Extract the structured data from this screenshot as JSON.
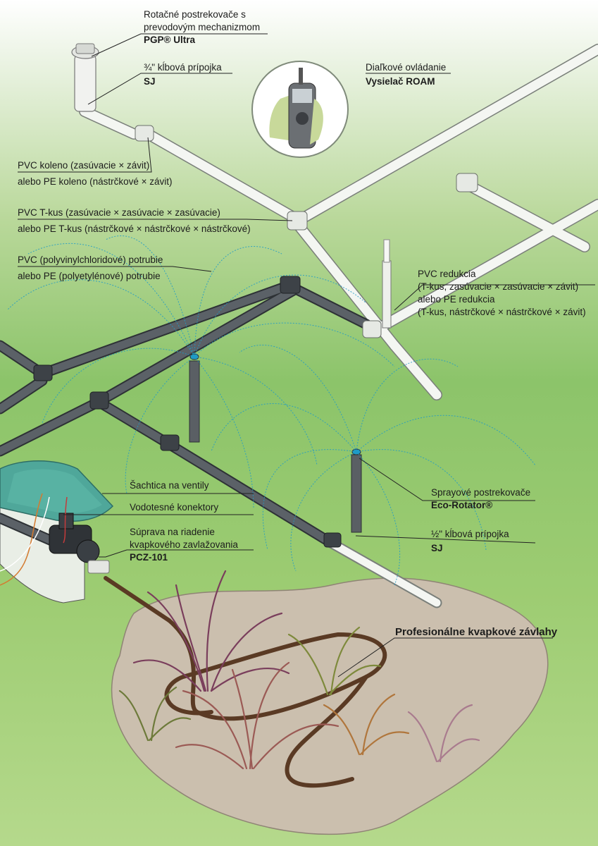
{
  "labels": {
    "pgp": {
      "line1": "Rotačné postrekovače s",
      "line2": "prevodovým mechanizmom",
      "product": "PGP® Ultra"
    },
    "sj34": {
      "line1": "¾\" kĺbová prípojka",
      "product": "SJ"
    },
    "roam": {
      "line1": "Diaľkové ovládanie",
      "product": "Vysielač ROAM"
    },
    "elbow": {
      "line1": "PVC koleno (zasúvacie × závit)",
      "line2": "alebo PE koleno (nástrčkové × závit)"
    },
    "tee": {
      "line1": "PVC T-kus (zasúvacie × zasúvacie × zasúvacie)",
      "line2": "alebo PE T-kus (nástrčkové × nástrčkové × nástrčkové)"
    },
    "pipe": {
      "line1": "PVC (polyvinylchloridové) potrubie",
      "line2": "alebo PE (polyetylénové) potrubie"
    },
    "reducer": {
      "line1": "PVC redukcia",
      "line2": "(T-kus, zasúvacie × zasúvacie × závit)",
      "line3": "alebo PE redukcia",
      "line4": "(T-kus, nástrčkové × nástrčkové × závit)"
    },
    "valvebox": {
      "line1": "Šachtica na ventily"
    },
    "connectors": {
      "line1": "Vodotesné konektory"
    },
    "drip_kit": {
      "line1": "Súprava na riadenie",
      "line2": "kvapkového zavlažovania",
      "product": "PCZ-101"
    },
    "spray": {
      "line1": "Sprayové postrekovače",
      "product": "Eco-Rotator®"
    },
    "sj12": {
      "line1": "½\" kĺbová prípojka",
      "product": "SJ"
    },
    "drip": {
      "line1": "Profesionálne kvapkové závlahy"
    }
  },
  "colors": {
    "white_pipe": "#f4f6f2",
    "grey_pipe": "#585d63",
    "soil": "#cbbfae",
    "water": "#1f9bc7",
    "valve_box": "#4fa79a",
    "drip_tube": "#5a3a24"
  }
}
